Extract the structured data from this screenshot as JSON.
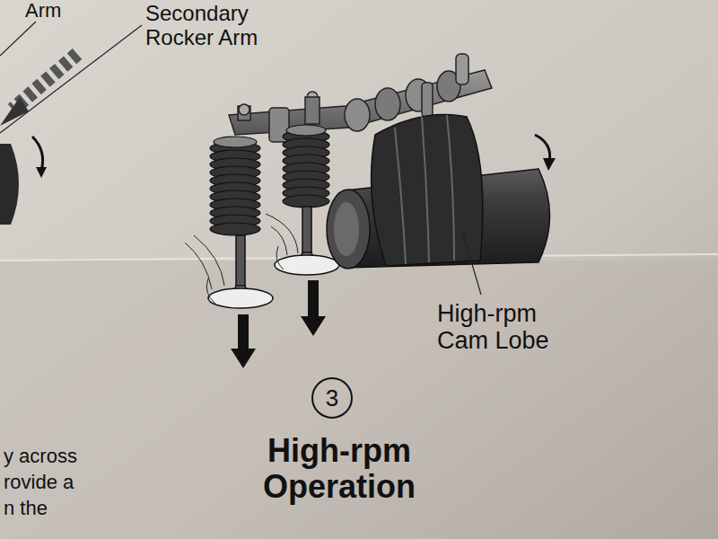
{
  "diagram": {
    "title": "High-rpm Operation",
    "nodes": [
      {
        "text": [
          "3"
        ]
      }
    ],
    "labels": [
      "Arm",
      "Secondary Rocker Arm",
      "High-rpm Cam Lobe",
      "y across",
      "rovide a",
      "n the"
    ]
  }
}
